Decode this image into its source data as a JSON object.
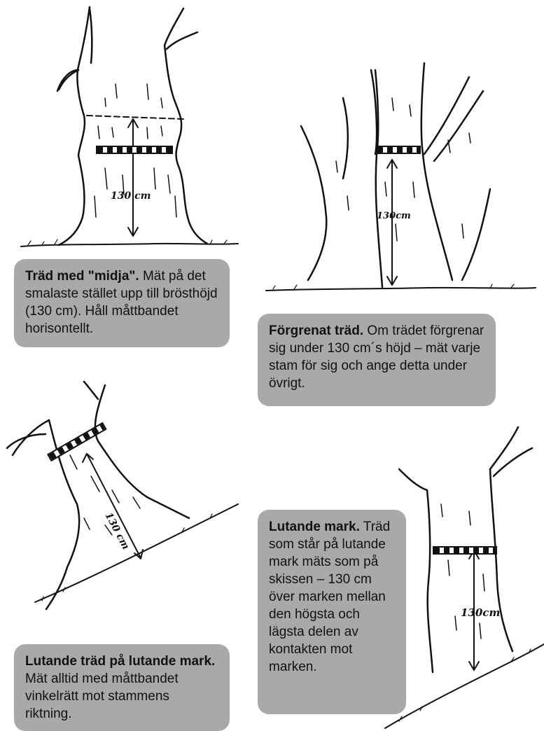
{
  "panels": [
    {
      "id": "waist",
      "measure_label": "130 cm",
      "caption_title": "Träd med \"midja\".",
      "caption_body": " Mät på det smalaste stället upp till brösthöjd (130 cm). Håll måttbandet horisontellt."
    },
    {
      "id": "forked",
      "measure_label": "130cm",
      "caption_title": "Förgrenat träd.",
      "caption_body": " Om trädet förgrenar sig under 130 cm´s höjd – mät varje stam för sig och ange detta under övrigt."
    },
    {
      "id": "leaning",
      "measure_label": "130 cm",
      "caption_title": "Lutande träd på lutande mark.",
      "caption_body": " Mät alltid med måttbandet vinkelrätt mot stammens riktning."
    },
    {
      "id": "slope",
      "measure_label": "130cm",
      "caption_title": "Lutande mark.",
      "caption_body": " Träd som står på lutande mark mäts som på skissen – 130 cm över marken mellan den högsta och lägsta delen av kontakten mot marken."
    }
  ],
  "colors": {
    "caption_bg": "#a9a9a9",
    "ink": "#111111"
  }
}
